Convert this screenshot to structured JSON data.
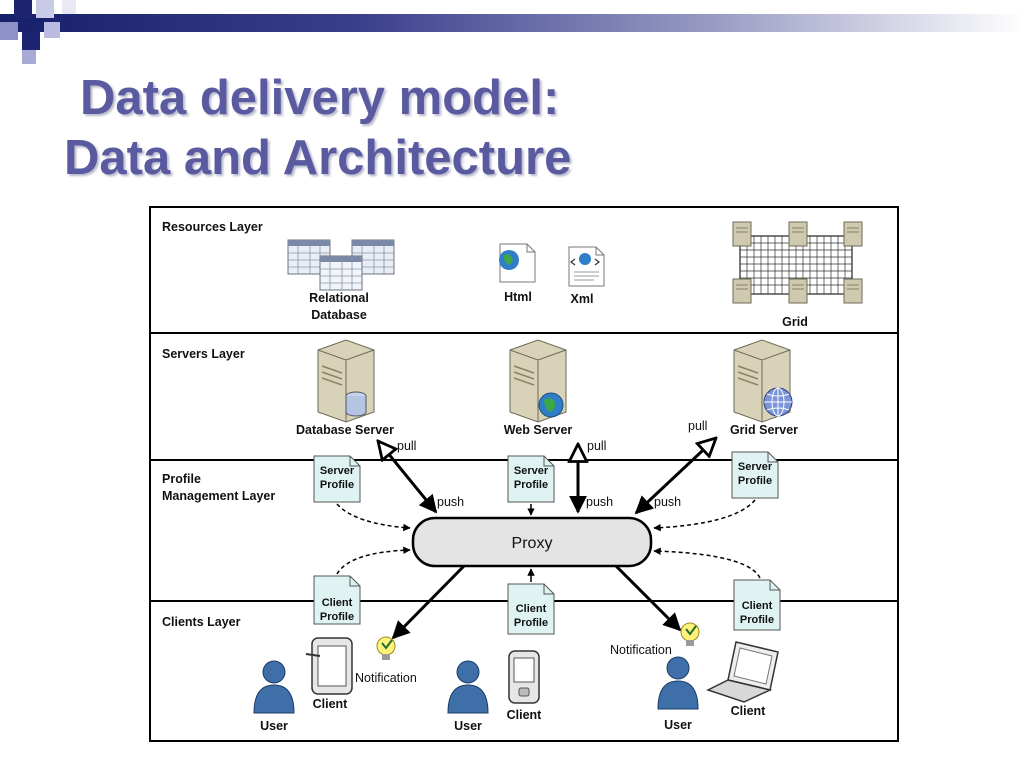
{
  "slide": {
    "title_line1": "Data delivery model:",
    "title_line2": "Data and Architecture"
  },
  "diagram": {
    "layers": {
      "resources": "Resources Layer",
      "servers": "Servers Layer",
      "profile_line1": "Profile",
      "profile_line2": "Management Layer",
      "clients": "Clients Layer"
    },
    "resources": {
      "relational_line1": "Relational",
      "relational_line2": "Database",
      "html": "Html",
      "xml": "Xml",
      "grid": "Grid"
    },
    "servers": {
      "database": "Database Server",
      "web": "Web Server",
      "grid": "Grid Server"
    },
    "profiles": {
      "server_line1": "Server",
      "server_line2": "Profile",
      "client_line1": "Client",
      "client_line2": "Profile"
    },
    "proxy": "Proxy",
    "flows": {
      "pull": "pull",
      "push": "push"
    },
    "clients": {
      "client": "Client",
      "user": "User",
      "notification": "Notification"
    }
  },
  "colors": {
    "title": "#5a5aa0",
    "profile_fill": "#dff3f3",
    "proxy_fill": "#e4e4e4",
    "user_icon": "#3f6fa8"
  }
}
